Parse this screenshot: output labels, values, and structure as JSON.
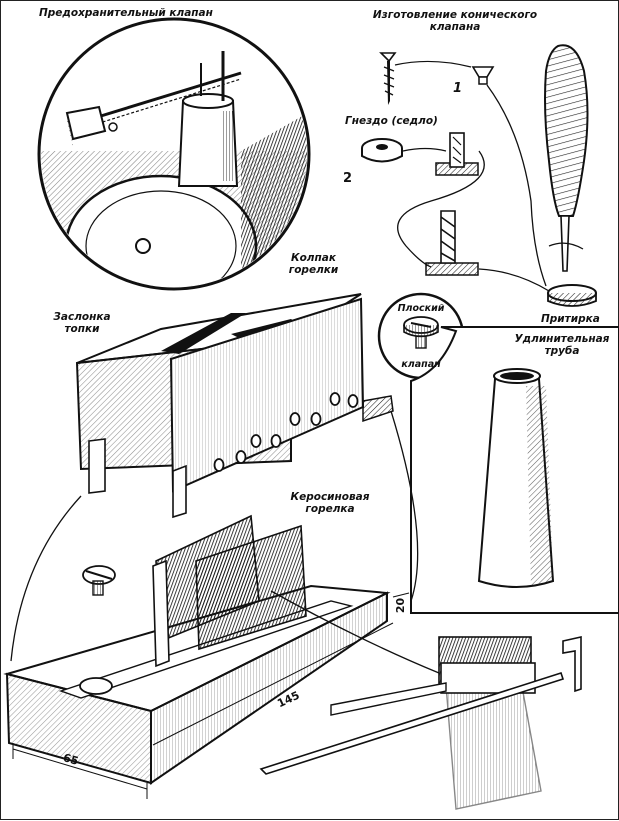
{
  "labels": {
    "safety_valve": "Предохранительный клапан",
    "conical_line1": "Изготовление конического",
    "conical_line2": "клапана",
    "seat": "Гнездо (седло)",
    "num1": "1",
    "num2": "2",
    "lapping": "Притирка",
    "burner_cap_1": "Колпак",
    "burner_cap_2": "горелки",
    "firebox_1": "Заслонка",
    "firebox_2": "топки",
    "flat_valve_1": "Плоский",
    "flat_valve_2": "клапан",
    "ext_pipe_1": "Удлинительная",
    "ext_pipe_2": "труба",
    "kero_1": "Керосиновая",
    "kero_2": "горелка"
  },
  "dimensions": {
    "d20": "20",
    "d145": "145",
    "d65": "65"
  }
}
